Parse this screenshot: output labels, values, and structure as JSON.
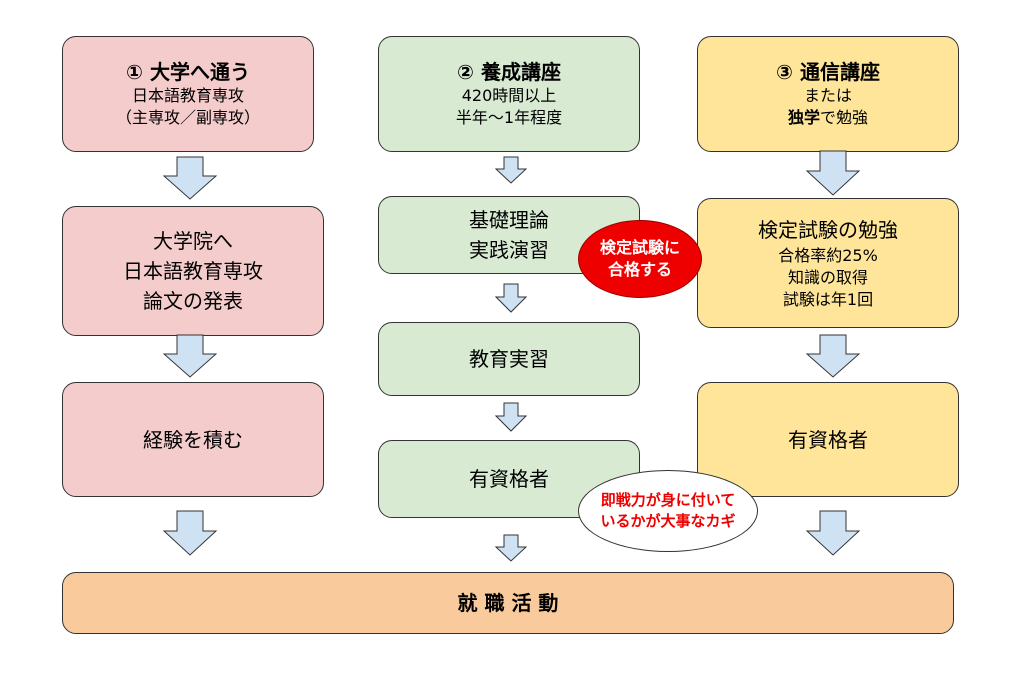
{
  "columns": {
    "university": {
      "title": "① 大学へ通う",
      "line1": "日本語教育専攻",
      "line2": "（主専攻／副専攻）",
      "step2_line1": "大学院へ",
      "step2_line2": "日本語教育専攻",
      "step2_line3": "論文の発表",
      "step3": "経験を積む"
    },
    "training": {
      "title": "② 養成講座",
      "line1": "420時間以上",
      "line2": "半年～1年程度",
      "step2_line1": "基礎理論",
      "step2_line2": "実践演習",
      "step3": "教育実習",
      "step4": "有資格者"
    },
    "correspondence": {
      "title": "③ 通信講座",
      "line1": "または",
      "line2_bold": "独学",
      "line2_rest": "で勉強",
      "step2_title": "検定試験の勉強",
      "step2_line1": "合格率約25%",
      "step2_line2": "知識の取得",
      "step2_line3": "試験は年1回",
      "step3": "有資格者"
    }
  },
  "callouts": {
    "pass_exam_line1": "検定試験に",
    "pass_exam_line2": "合格する",
    "skills_line1": "即戦力が身に付いて",
    "skills_line2": "いるかが大事なカギ"
  },
  "footer": {
    "label": "就 職 活 動"
  },
  "colors": {
    "pink": "#f4cccc",
    "green": "#d9ead3",
    "yellow": "#ffe599",
    "orange": "#f9cb9c",
    "arrow_fill": "#cfe2f3",
    "red_oval": "#ee0000",
    "red_text": "#ee0000"
  }
}
